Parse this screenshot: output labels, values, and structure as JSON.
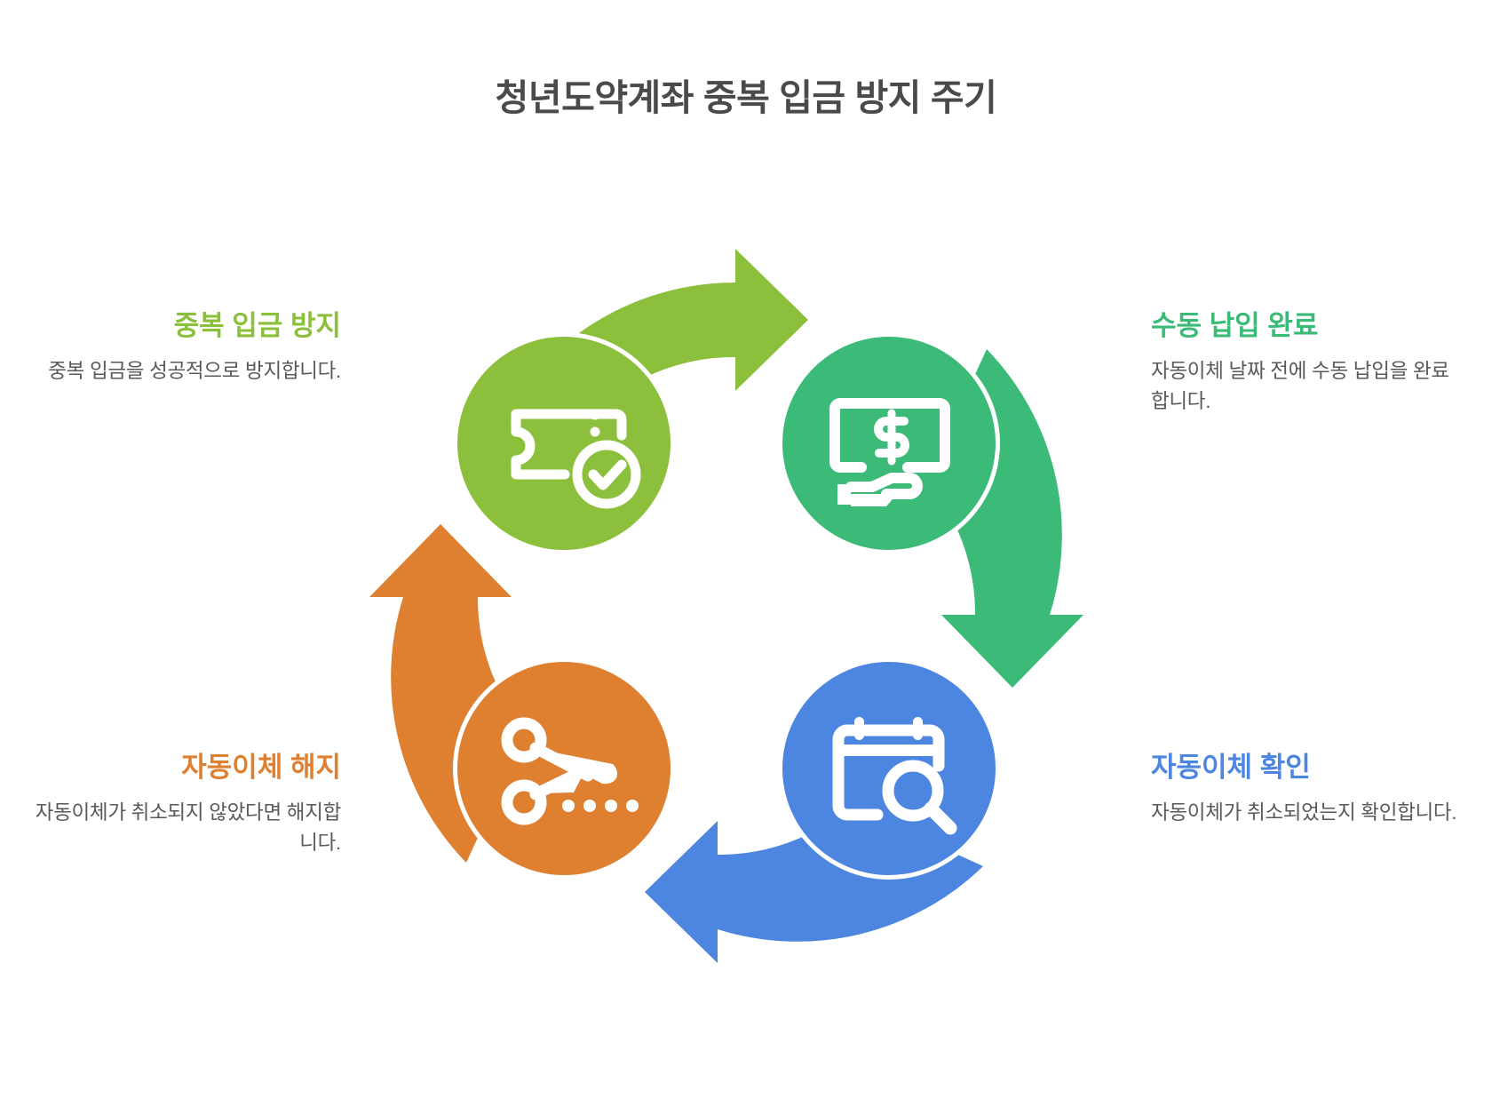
{
  "title": "청년도약계좌 중복 입금 방지 주기",
  "colors": {
    "green": "#8CC03C",
    "teal": "#3CBB78",
    "blue": "#4D86E0",
    "orange": "#DE8030",
    "title_text": "#4a4a4a",
    "body_text": "#595959",
    "background": "#ffffff"
  },
  "chart_data": {
    "type": "diagram",
    "subtype": "cycle",
    "title": "청년도약계좌 중복 입금 방지 주기",
    "direction": "clockwise",
    "step_count": 4,
    "steps": [
      {
        "order": 1,
        "position": "top-left",
        "heading": "중복 입금 방지",
        "description": "중복 입금을 성공적으로 방지합니다.",
        "color": "#8CC03C",
        "icon": "ticket-check-icon"
      },
      {
        "order": 2,
        "position": "top-right",
        "heading": "수동 납입 완료",
        "description": "자동이체 날짜 전에 수동 납입을 완료합니다.",
        "color": "#3CBB78",
        "icon": "cash-hand-icon"
      },
      {
        "order": 3,
        "position": "bottom-right",
        "heading": "자동이체 확인",
        "description": "자동이체가 취소되었는지 확인합니다.",
        "color": "#4D86E0",
        "icon": "calendar-search-icon"
      },
      {
        "order": 4,
        "position": "bottom-left",
        "heading": "자동이체 해지",
        "description": "자동이체가 취소되지 않았다면 해지합니다.",
        "color": "#DE8030",
        "icon": "scissors-icon"
      }
    ],
    "arrows": [
      {
        "from": "중복 입금 방지",
        "to": "수동 납입 완료",
        "color": "#8CC03C"
      },
      {
        "from": "수동 납입 완료",
        "to": "자동이체 확인",
        "color": "#3CBB78"
      },
      {
        "from": "자동이체 확인",
        "to": "자동이체 해지",
        "color": "#4D86E0"
      },
      {
        "from": "자동이체 해지",
        "to": "중복 입금 방지",
        "color": "#DE8030"
      }
    ]
  }
}
